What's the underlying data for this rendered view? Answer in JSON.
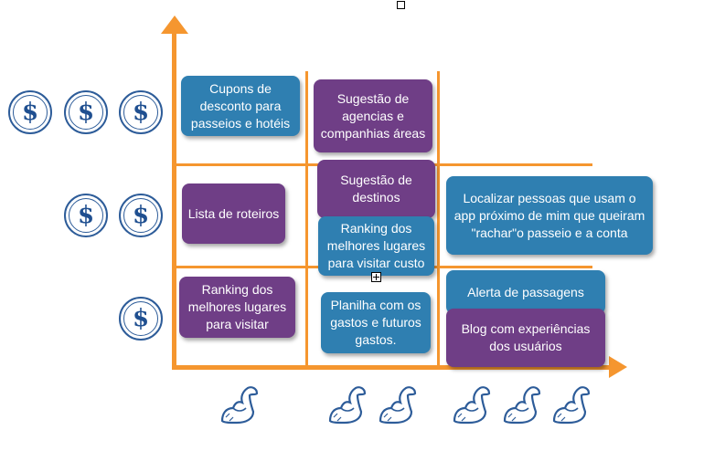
{
  "colors": {
    "axis": "#f5962f",
    "blue_card": "#2f7fb1",
    "purple_card": "#6f3e86",
    "icon": "#2d5c99"
  },
  "cost_rows": [
    {
      "symbols": [
        "$",
        "$",
        "$"
      ]
    },
    {
      "symbols": [
        "$",
        "$"
      ]
    },
    {
      "symbols": [
        "$"
      ]
    }
  ],
  "effort_columns": [
    {
      "icons": [
        "flexed-arm-icon"
      ]
    },
    {
      "icons": [
        "flexed-arm-icon",
        "flexed-arm-icon"
      ]
    },
    {
      "icons": [
        "flexed-arm-icon",
        "flexed-arm-icon",
        "flexed-arm-icon"
      ]
    }
  ],
  "cards": {
    "cupons": "Cupons de desconto para passeios e hotéis",
    "sugestao_agencias": "Sugestão de agencias e companhias áreas",
    "lista_roteiros": "Lista de roteiros",
    "sugestao_destinos": "Sugestão de destinos",
    "ranking_custo": "Ranking dos melhores lugares para visitar custo",
    "localizar_pessoas": "Localizar pessoas que usam o app próximo de mim que queiram \"rachar\"o passeio e a conta",
    "ranking_visitar": "Ranking dos melhores lugares para visitar",
    "planilha": "Planilha com os gastos e futuros gastos.",
    "alerta": "Alerta de passagens",
    "blog": "Blog com experiências dos usuários"
  }
}
